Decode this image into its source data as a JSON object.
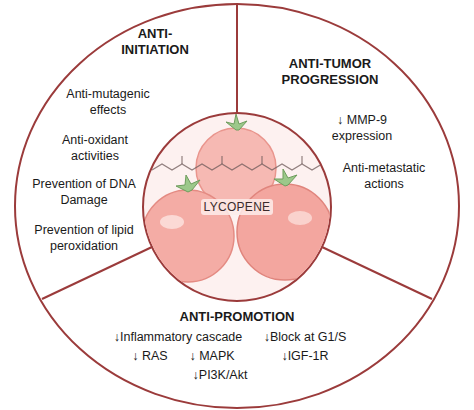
{
  "diagram": {
    "nodes": [
      {
        "text": [
          "ANTI- INITIATION",
          "Anti-mutagenic effects",
          "Anti-oxidant activities",
          "Prevention of DNA Damage",
          "Prevention of lipid peroxidation"
        ]
      },
      {
        "text": [
          "ANTI-TUMOR PROGRESSION",
          "↓ MMP-9 expression",
          "Anti-metastatic actions"
        ]
      },
      {
        "text": [
          "ANTI-PROMOTION",
          "↓Inflammatory cascade",
          "↓Block at G1/S",
          "↓ RAS",
          "↓ MAPK",
          "↓IGF-1R",
          "↓PI3K/Akt"
        ]
      },
      {
        "text": [
          "LYCOPENE"
        ]
      }
    ]
  }
}
